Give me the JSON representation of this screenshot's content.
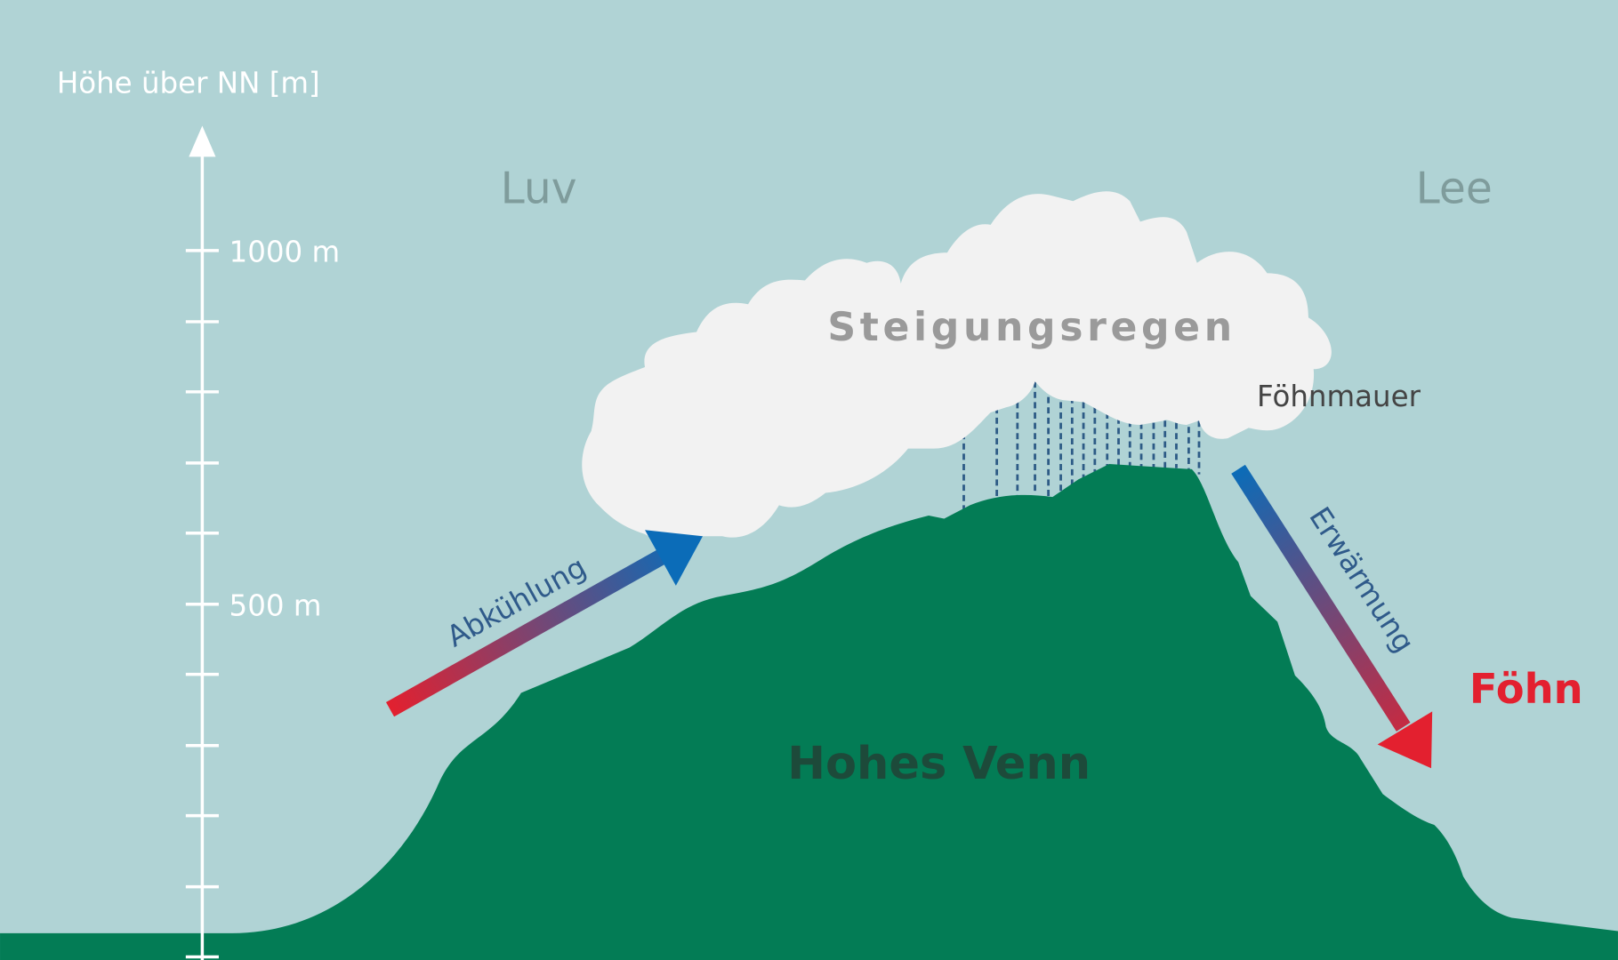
{
  "axis": {
    "title": "Höhe über NN [m]",
    "label_1000": "1000 m",
    "label_500": "500 m"
  },
  "sides": {
    "windward": "Luv",
    "leeward": "Lee"
  },
  "cloud": {
    "label": "Steigungsregen"
  },
  "foehn_wall": "Föhnmauer",
  "mountain": {
    "label": "Hohes Venn"
  },
  "arrows": {
    "up": "Abkühlung",
    "down": "Erwärmung"
  },
  "result": "Föhn",
  "colors": {
    "background": "#b0d3d5",
    "mountain": "#037c55",
    "cloud": "#f2f2f2",
    "warm": "#e3202f",
    "cold": "#0b6cb8"
  }
}
